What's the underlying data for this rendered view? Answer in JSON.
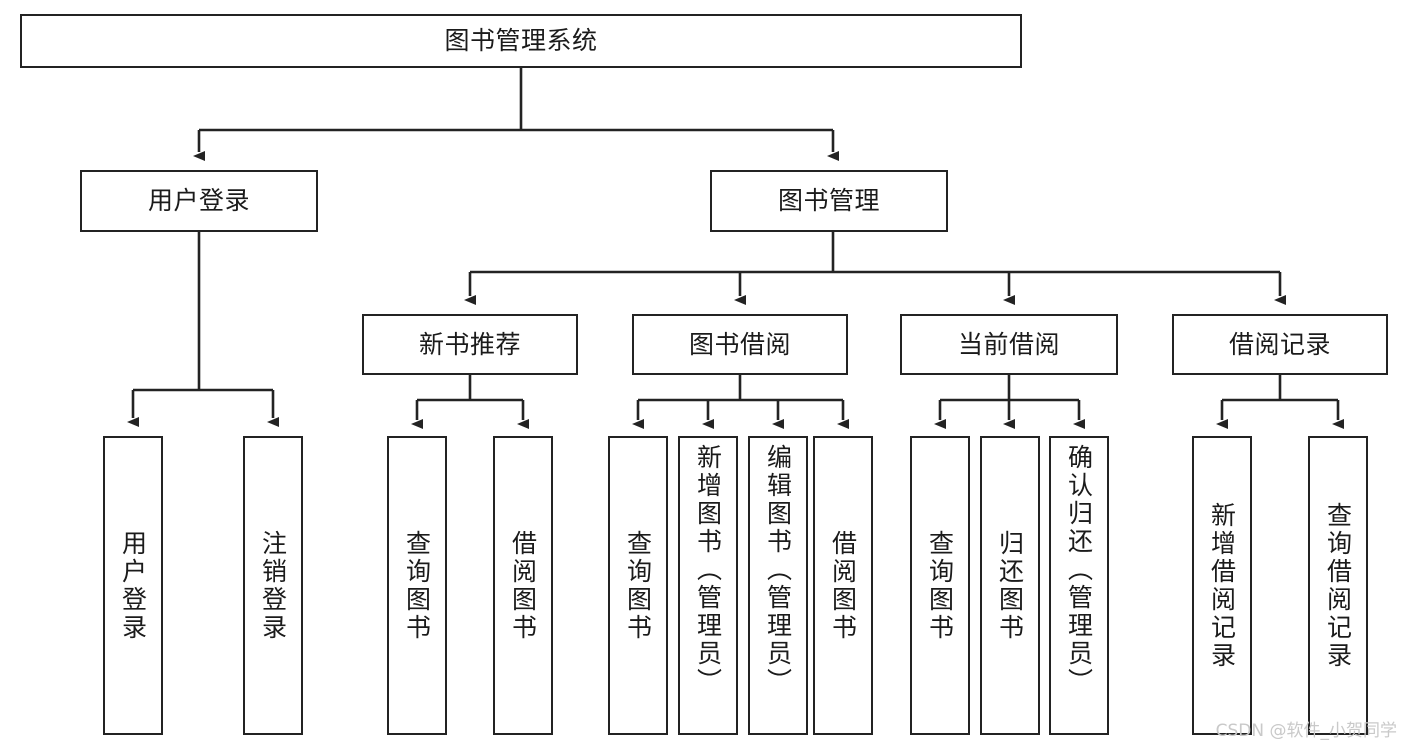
{
  "diagram": {
    "type": "tree-hierarchy-chart",
    "title": "图书管理系统",
    "watermark": "CSDN @软件_小贺同学",
    "colors": {
      "background": "#ffffff",
      "box_border": "#232323",
      "box_fill": "#ffffff",
      "edge": "#232323",
      "text": "#1b1b1b",
      "watermark": "#c9c9c9"
    },
    "root": {
      "label": "图书管理系统"
    },
    "level2": [
      {
        "label": "用户登录"
      },
      {
        "label": "图书管理"
      }
    ],
    "level3": [
      {
        "label": "新书推荐"
      },
      {
        "label": "图书借阅"
      },
      {
        "label": "当前借阅"
      },
      {
        "label": "借阅记录"
      }
    ],
    "leaves": {
      "user_login": [
        {
          "label": "用户登录"
        },
        {
          "label": "注销登录"
        }
      ],
      "new_book_recommend": [
        {
          "label": "查询图书"
        },
        {
          "label": "借阅图书"
        }
      ],
      "book_borrow": [
        {
          "label": "查询图书"
        },
        {
          "label": "新增图书（管理员）"
        },
        {
          "label": "编辑图书（管理员）"
        },
        {
          "label": "借阅图书"
        }
      ],
      "current_borrow": [
        {
          "label": "查询图书"
        },
        {
          "label": "归还图书"
        },
        {
          "label": "确认归还（管理员）"
        }
      ],
      "borrow_record": [
        {
          "label": "新增借阅记录"
        },
        {
          "label": "查询借阅记录"
        }
      ]
    }
  }
}
